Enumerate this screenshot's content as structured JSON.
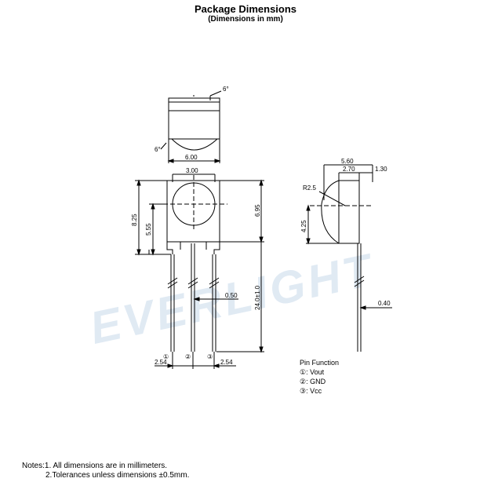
{
  "header": {
    "title": "Package Dimensions",
    "subtitle": "(Dimensions in mm)"
  },
  "watermark": {
    "text": "EVERLIGHT",
    "color": "#d6e3f0"
  },
  "top_view": {
    "angle_top": "6°",
    "angle_left": "6°",
    "width": "6.00"
  },
  "front_view": {
    "lens_width": "3.00",
    "height_left": "8.25",
    "lens_offset": "5.55",
    "height_right": "6.95",
    "lead_length": "24.0±1.0",
    "lead_width": "0.50",
    "pitch_left": "2.54",
    "pitch_right": "2.54",
    "pins": [
      "①",
      "②",
      "③"
    ]
  },
  "side_view": {
    "total_depth": "5.60",
    "body_depth": "2.70",
    "lens_protrusion": "1.30",
    "radius": "R2.5",
    "lens_height": "4.25",
    "lead_thickness": "0.40"
  },
  "pin_function": {
    "title": "Pin Function",
    "items": [
      "①: Vout",
      "②: GND",
      "③: Vcc"
    ]
  },
  "notes": {
    "line1": "Notes:1. All dimensions are in millimeters.",
    "line2": "2.Tolerances unless dimensions ±0.5mm."
  },
  "colors": {
    "line": "#000000",
    "watermark": "#d6e3f0"
  }
}
